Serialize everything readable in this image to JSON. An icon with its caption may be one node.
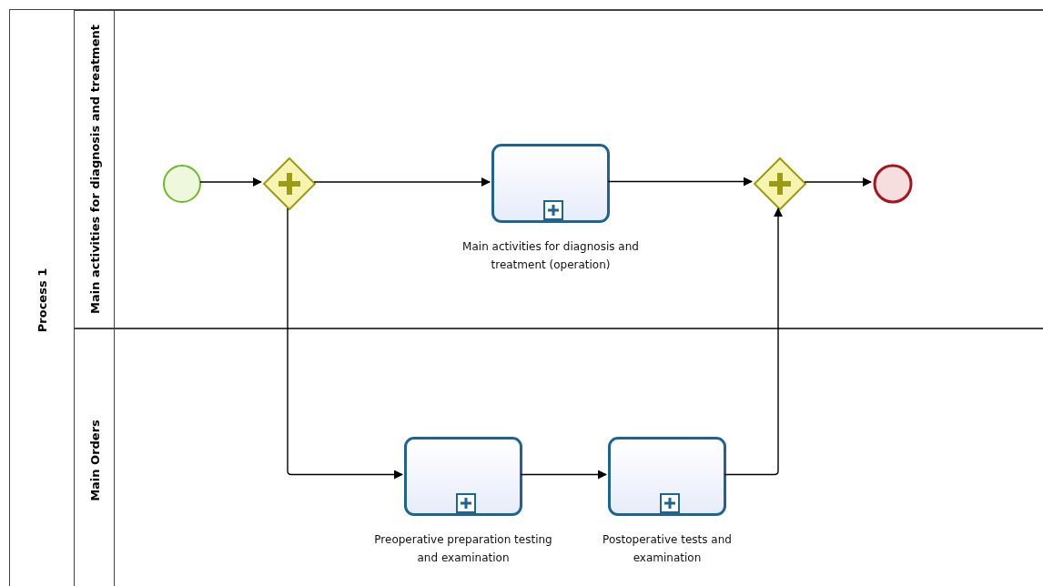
{
  "diagram": {
    "nodes": [
      {
        "text": [
          "Process 1"
        ]
      },
      {
        "text": [
          "Main activities for diagnosis and treatment"
        ],
        "in": 0
      },
      {
        "text": [
          "Main Orders"
        ],
        "in": 0
      },
      {
        "text": [],
        "shape": "circle",
        "in": 1
      },
      {
        "text": [],
        "shape": "diamond",
        "in": 1
      },
      {
        "text": [
          "Main activities for diagnosis and treatment (operation)"
        ],
        "in": 1
      },
      {
        "text": [],
        "shape": "diamond",
        "in": 1
      },
      {
        "text": [],
        "shape": "circle",
        "in": 1
      },
      {
        "text": [
          "Preoperative preparation testing and examination"
        ],
        "in": 2
      },
      {
        "text": [
          "Postoperative tests and examination"
        ],
        "in": 2
      }
    ],
    "edges": [
      {
        "from": 3,
        "to": 4,
        "arrow": "to"
      },
      {
        "from": 4,
        "to": 5,
        "arrow": "to"
      },
      {
        "from": 5,
        "to": 6,
        "arrow": "to"
      },
      {
        "from": 6,
        "to": 7,
        "arrow": "to"
      },
      {
        "from": 4,
        "to": 8,
        "arrow": "to"
      },
      {
        "from": 8,
        "to": 9,
        "arrow": "to"
      },
      {
        "from": 9,
        "to": 6,
        "arrow": "to"
      }
    ]
  }
}
